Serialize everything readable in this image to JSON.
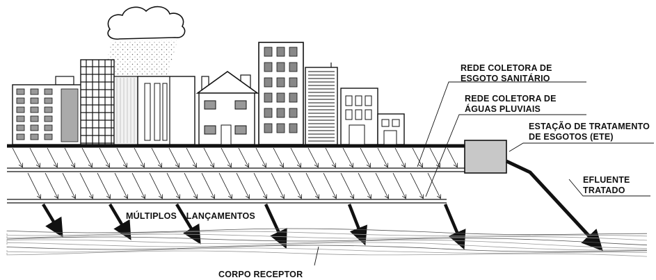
{
  "labels": {
    "sewage_network": [
      "REDE COLETORA DE",
      "ESGOTO SANITÁRIO"
    ],
    "storm_network": [
      "REDE COLETORA DE",
      "ÁGUAS PLUVIAIS"
    ],
    "treatment_plant": [
      "ESTAÇÃO DE TRATAMENTO",
      "DE ESGOTOS  (ETE)"
    ],
    "treated_effluent": [
      "EFLUENTE",
      "TRATADO"
    ],
    "discharges": [
      "MÚLTIPLOS",
      "LANÇAMENTOS"
    ],
    "receiving_body": "CORPO RECEPTOR"
  },
  "colors": {
    "ink": "#111111",
    "plant_fill": "#c8c8c8",
    "building_fill": "#ffffff",
    "window_fill": "#9a9a9a"
  }
}
